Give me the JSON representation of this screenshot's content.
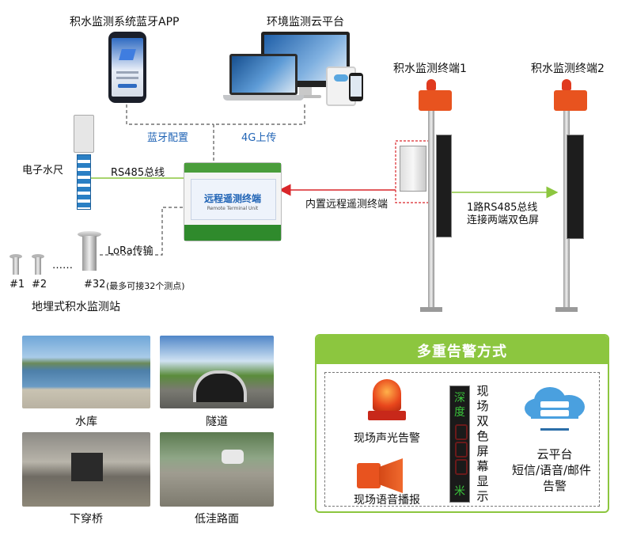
{
  "labels": {
    "bt_app": "积水监测系统蓝牙APP",
    "cloud_platform": "环境监测云平台",
    "terminal1": "积水监测终端1",
    "terminal2": "积水监测终端2",
    "bt_config": "蓝牙配置",
    "upload_4g": "4G上传",
    "water_gauge": "电子水尺",
    "rs485_bus": "RS485总线",
    "builtin_rtu": "内置远程遥测终端",
    "rs485_dual_1": "1路RS485总线",
    "rs485_dual_2": "连接两端双色屏",
    "lora": "LoRa传输",
    "sensor_1": "#1",
    "sensor_2": "#2",
    "sensor_dots": "……",
    "sensor_32": "#32",
    "sensor_note": "(最多可接32个测点)",
    "buried_station": "地埋式积水监测站",
    "device_title": "远程遥测终端",
    "device_subtitle": "Remote Terminal Unit"
  },
  "scenes": [
    "水库",
    "隧道",
    "下穿桥",
    "低洼路面"
  ],
  "alerts": {
    "title": "多重告警方式",
    "strobe": "现场声光告警",
    "voice": "现场语音播报",
    "screen_vertical": [
      "现",
      "场",
      "双",
      "色",
      "屏",
      "幕",
      "显",
      "示"
    ],
    "screen_chars": [
      "深",
      "度",
      "米"
    ],
    "cloud_line1": "云平台",
    "cloud_line2": "短信/语音/邮件",
    "cloud_line3": "告警"
  },
  "colors": {
    "accent_green": "#8cc63f",
    "arrow_red": "#d9262a",
    "arrow_green": "#8cc63f",
    "connector_dark": "#333333"
  }
}
